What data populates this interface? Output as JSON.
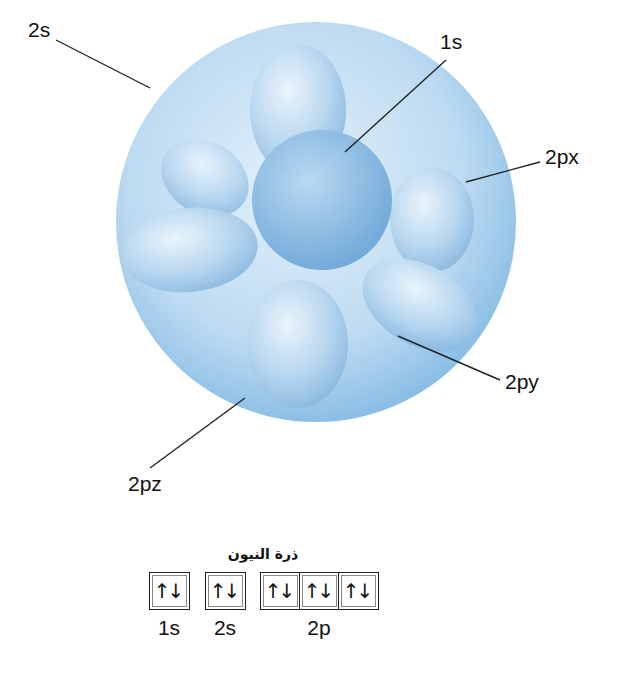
{
  "diagram": {
    "title": "ذرة النيون",
    "nodes": [
      {
        "text": [
          "↑↓"
        ]
      },
      {
        "text": [
          "↑↓"
        ]
      },
      {
        "text": [
          "↑↓"
        ]
      },
      {
        "text": [
          "↑↓"
        ]
      },
      {
        "text": [
          "↑↓"
        ]
      }
    ],
    "labels": [
      "2s",
      "1s",
      "2px",
      "2py",
      "2pz",
      "1s",
      "2s",
      "2p"
    ]
  }
}
